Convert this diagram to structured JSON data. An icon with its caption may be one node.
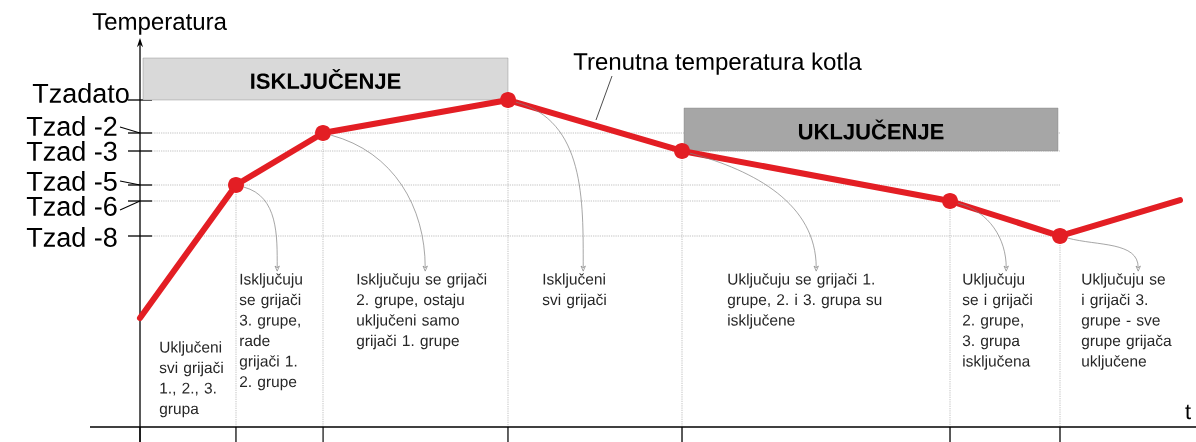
{
  "diagram": {
    "nodes": [
      {
        "text": [
          "ISKLJUČENJE"
        ]
      },
      {
        "text": [
          "Trenutna temperatura kotla"
        ]
      },
      {
        "text": [
          "UKLJUČENJE"
        ]
      },
      {
        "text": [],
        "shape": "circle"
      },
      {
        "text": [],
        "shape": "circle"
      },
      {
        "text": [],
        "shape": "circle"
      },
      {
        "text": [],
        "shape": "circle"
      },
      {
        "text": [],
        "shape": "circle"
      },
      {
        "text": [],
        "shape": "circle"
      },
      {
        "text": [
          "Uključeni svi grijači 1., 2., 3. grupa"
        ]
      },
      {
        "text": [
          "Isključuju se grijači 3. grupe, rade grijači 1. 2. grupe"
        ]
      },
      {
        "text": [
          "Isključuju se grijači 2. grupe, ostaju uključeni samo grijači 1. grupe"
        ]
      },
      {
        "text": [
          "Isključeni svi grijači"
        ]
      },
      {
        "text": [
          "Uključuju se grijači 1. grupe, 2. i 3. grupa su isključene"
        ]
      },
      {
        "text": [
          "Uključuju se i grijači 2. grupe, 3. grupa isključena"
        ]
      },
      {
        "text": [
          "Uključuju se i grijači 3. grupe - sve grupe grijača uključene"
        ]
      }
    ],
    "edges": [
      {
        "from": null,
        "to": 3,
        "arrow": "none",
        "style": "thick",
        "color": "#e31e24"
      },
      {
        "from": 3,
        "to": 4,
        "arrow": "none",
        "style": "thick",
        "color": "#e31e24"
      },
      {
        "from": 4,
        "to": 5,
        "arrow": "none",
        "style": "thick",
        "color": "#e31e24"
      },
      {
        "from": 5,
        "to": 6,
        "arrow": "none",
        "style": "thick",
        "color": "#e31e24"
      },
      {
        "from": 6,
        "to": 7,
        "arrow": "none",
        "style": "thick",
        "color": "#e31e24"
      },
      {
        "from": 7,
        "to": 8,
        "arrow": "none",
        "style": "thick",
        "color": "#e31e24"
      },
      {
        "from": 8,
        "to": null,
        "arrow": "none",
        "style": "thick",
        "color": "#e31e24"
      },
      {
        "from": 3,
        "to": 10,
        "arrow": "to",
        "color": "#808080"
      },
      {
        "from": 4,
        "to": 11,
        "arrow": "to",
        "color": "#808080"
      },
      {
        "from": 5,
        "to": 12,
        "arrow": "to",
        "color": "#808080"
      },
      {
        "from": 6,
        "to": 13,
        "arrow": "to",
        "color": "#808080"
      },
      {
        "from": 7,
        "to": 14,
        "arrow": "to",
        "color": "#808080"
      },
      {
        "from": 8,
        "to": 15,
        "arrow": "to",
        "color": "#808080"
      },
      {
        "from": 1,
        "to": null,
        "arrow": "none",
        "color": "#000000"
      }
    ],
    "labels": [
      "Temperatura",
      "Tzadato",
      "Tzad -2",
      "Tzad -3",
      "Tzad -5",
      "Tzad -6",
      "Tzad -8",
      "t"
    ]
  }
}
